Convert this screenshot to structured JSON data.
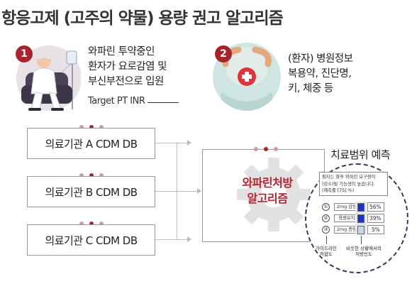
{
  "title": "항응고제 (고주의 약물) 용량 권고 알고리즘",
  "step1": {
    "number": "1",
    "lines": [
      "와파린 투약중인",
      "환자가 요로감염 및",
      "부신부전으로 입원"
    ],
    "target_label": "Target PT INR"
  },
  "step2": {
    "number": "2",
    "lines": [
      "(환자) 병원정보",
      "복용약, 진단명,",
      "키, 체중 등"
    ]
  },
  "databases": [
    {
      "label": "의료기관 A CDM DB"
    },
    {
      "label": "의료기관 B CDM DB"
    },
    {
      "label": "의료기관 C CDM DB"
    }
  ],
  "algorithm": {
    "line1": "와파린처방",
    "line2": "알고리즘"
  },
  "prediction": {
    "title": "치료범위 예측",
    "text_lines": [
      "환자는 향후 와파린 요구량이",
      "(감소)될 가능성이 높습니다.",
      "(예측률 [75] %)"
    ],
    "options": [
      {
        "num": "①",
        "label": "2mg 감량",
        "percent": "56%"
      },
      {
        "num": "②",
        "label": "용량유지",
        "percent": "39%"
      },
      {
        "num": "③",
        "label": "2mg 증량",
        "percent": "5%"
      }
    ],
    "guideline_label": [
      "가이드라인",
      "적합도"
    ],
    "similar_label": [
      "비슷한 상황에서의",
      "처방빈도"
    ]
  },
  "colors": {
    "accent": "#a8242c",
    "algorithm_text": "#b8232f",
    "circle": "#2c3d63",
    "bar_dark": "#1f2fd0",
    "bar_light": "#c7d6ee"
  }
}
